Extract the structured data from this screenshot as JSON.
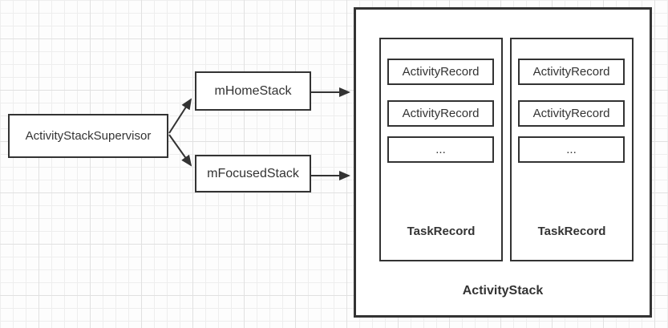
{
  "canvas": {
    "background_color": "#fdfdfd",
    "grid_minor_color": "#eeeeee",
    "grid_major_color": "#e1e1e1"
  },
  "style": {
    "border_color": "#333333",
    "text_color": "#333333",
    "node_fill": "#ffffff",
    "arrow_color": "#333333"
  },
  "nodes": {
    "supervisor": {
      "label": "ActivityStackSupervisor"
    },
    "home_stack": {
      "label": "mHomeStack"
    },
    "focused_stack": {
      "label": "mFocusedStack"
    },
    "activity_stack": {
      "label": "ActivityStack",
      "tasks": [
        {
          "label": "TaskRecord",
          "records": [
            "ActivityRecord",
            "ActivityRecord",
            "..."
          ]
        },
        {
          "label": "TaskRecord",
          "records": [
            "ActivityRecord",
            "ActivityRecord",
            "..."
          ]
        }
      ]
    }
  },
  "connectors": [
    {
      "name": "supervisor-to-home-stack"
    },
    {
      "name": "supervisor-to-focused-stack"
    },
    {
      "name": "home-stack-to-activity-stack"
    },
    {
      "name": "focused-stack-to-activity-stack"
    }
  ]
}
